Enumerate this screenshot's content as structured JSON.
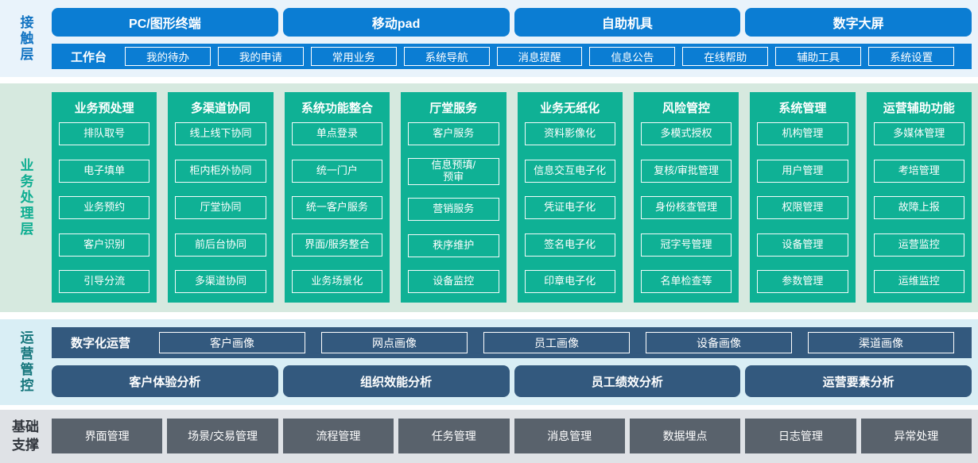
{
  "colors": {
    "blue": "#0b7dd3",
    "green": "#0fb195",
    "slate": "#33597e",
    "gray": "#59626c",
    "band1-bg": "#e9f3fb",
    "band2-bg": "#d6e9df",
    "band3-bg": "#d9eef5",
    "band4-bg": "#dfe2e6",
    "label-blue": "#1173c2",
    "label-green": "#0fae92",
    "label-teal": "#16767c",
    "label-dark": "#30353c"
  },
  "layers": {
    "contact": {
      "label": "接触层",
      "terminals": [
        "PC/图形终端",
        "移动pad",
        "自助机具",
        "数字大屏"
      ],
      "workbench_label": "工作台",
      "workbench_items": [
        "我的待办",
        "我的申请",
        "常用业务",
        "系统导航",
        "消息提醒",
        "信息公告",
        "在线帮助",
        "辅助工具",
        "系统设置"
      ]
    },
    "business": {
      "label": "业务处理层",
      "columns": [
        {
          "title": "业务预处理",
          "items": [
            "排队取号",
            "电子填单",
            "业务预约",
            "客户识别",
            "引导分流"
          ]
        },
        {
          "title": "多渠道协同",
          "items": [
            "线上线下协同",
            "柜内柜外协同",
            "厅堂协同",
            "前后台协同",
            "多渠道协同"
          ]
        },
        {
          "title": "系统功能整合",
          "items": [
            "单点登录",
            "统一门户",
            "统一客户服务",
            "界面/服务整合",
            "业务场景化"
          ]
        },
        {
          "title": "厅堂服务",
          "items": [
            "客户服务",
            "信息预填/\n预审",
            "营销服务",
            "秩序维护",
            "设备监控"
          ]
        },
        {
          "title": "业务无纸化",
          "items": [
            "资料影像化",
            "信息交互电子化",
            "凭证电子化",
            "签名电子化",
            "印章电子化"
          ]
        },
        {
          "title": "风险管控",
          "items": [
            "多模式授权",
            "复核/审批管理",
            "身份核查管理",
            "冠字号管理",
            "名单检查等"
          ]
        },
        {
          "title": "系统管理",
          "items": [
            "机构管理",
            "用户管理",
            "权限管理",
            "设备管理",
            "参数管理"
          ]
        },
        {
          "title": "运营辅助功能",
          "items": [
            "多媒体管理",
            "考培管理",
            "故障上报",
            "运营监控",
            "运维监控"
          ]
        }
      ]
    },
    "operations": {
      "label": "运营管控",
      "digital_label": "数字化运营",
      "portraits": [
        "客户画像",
        "网点画像",
        "员工画像",
        "设备画像",
        "渠道画像"
      ],
      "analyses": [
        "客户体验分析",
        "组织效能分析",
        "员工绩效分析",
        "运营要素分析"
      ]
    },
    "foundation": {
      "label": "基础\n支撑",
      "items": [
        "界面管理",
        "场景/交易管理",
        "流程管理",
        "任务管理",
        "消息管理",
        "数据埋点",
        "日志管理",
        "异常处理"
      ]
    }
  }
}
